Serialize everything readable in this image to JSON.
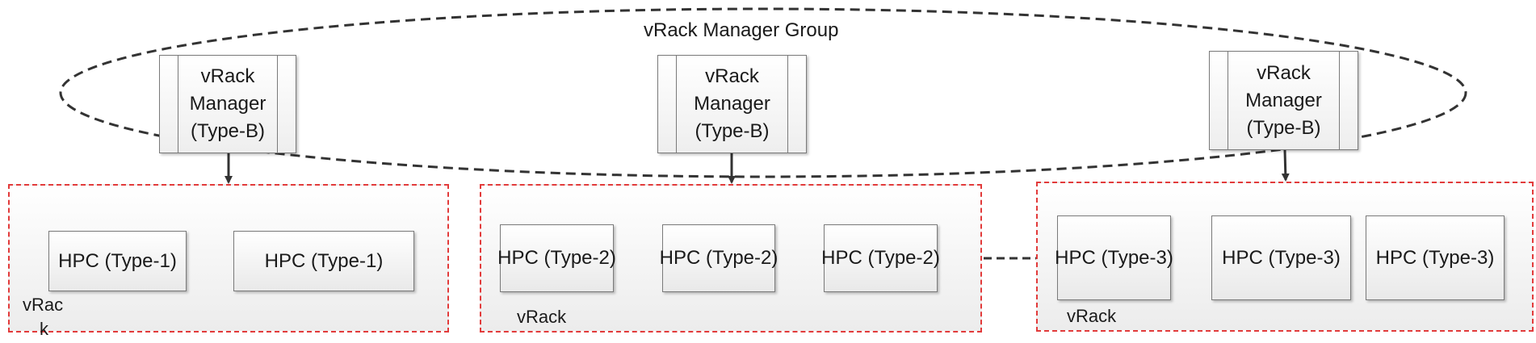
{
  "group": {
    "label": "vRack Manager Group"
  },
  "managers": [
    {
      "line1": "vRack",
      "line2": "Manager",
      "line3": "(Type-B)"
    },
    {
      "line1": "vRack",
      "line2": "Manager",
      "line3": "(Type-B)"
    },
    {
      "line1": "vRack",
      "line2": "Manager",
      "line3": "(Type-B)"
    }
  ],
  "vracks": [
    {
      "label_part1": "vRac",
      "label_part2": "k",
      "hpcs": [
        "HPC (Type-1)",
        "HPC (Type-1)"
      ]
    },
    {
      "label": "vRack",
      "hpcs": [
        "HPC (Type-2)",
        "HPC (Type-2)",
        "HPC (Type-2)"
      ]
    },
    {
      "label": "vRack",
      "hpcs": [
        "HPC (Type-3)",
        "HPC (Type-3)",
        "HPC (Type-3)"
      ]
    }
  ],
  "colors": {
    "vrack_border": "#e23b3b",
    "connector": "#333333"
  }
}
